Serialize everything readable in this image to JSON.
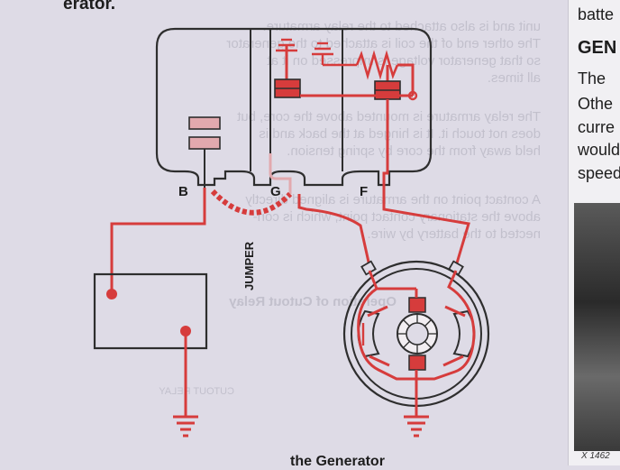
{
  "page": {
    "caption_fragment_top": "erator.",
    "caption_fragment_bottom": "the Generator",
    "right_column": {
      "lines": [
        "batte",
        "GEN",
        "The",
        "Othe",
        "curre",
        "would",
        "speed"
      ],
      "figure_code": "X 1462"
    }
  },
  "diagram": {
    "terminals": {
      "b": "B",
      "g": "G",
      "f": "F"
    },
    "jumper_label": "JUMPER"
  },
  "bleed_through_text": [
    "unit and is also attached to the relay armature.",
    "The other end of the coil is attached to the generator",
    "so that generator voltage is impressed on it at",
    "all times.",
    "The relay armature is mounted above the core, but",
    "does not touch it. It is hinged at the back and is",
    "held away from the core by spring tension.",
    "A contact point on the armature is aligned directly",
    "above the stationary contact point, which is con-",
    "nected to the battery by wire.",
    "Operation of Cutout Relay",
    "CUTOUT RELAY"
  ],
  "colors": {
    "red": "#d63c3c",
    "pink": "#e2a9ae",
    "line": "#2e2e2e",
    "paper": "#dedbe6"
  }
}
